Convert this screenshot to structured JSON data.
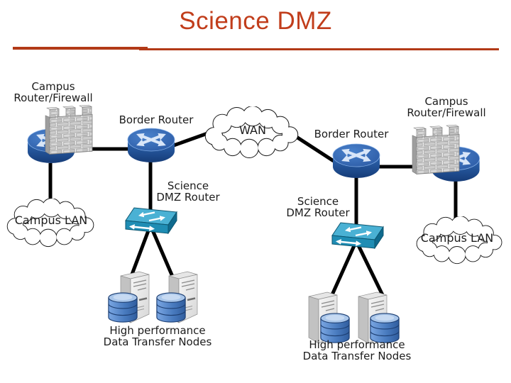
{
  "slide": {
    "title": "Science DMZ",
    "colors": {
      "title_text": "#c13d1b",
      "rule": "#b23a17",
      "background": "#ffffff",
      "connection_line": "#000000",
      "router_blue": "#2a5fa8",
      "switch_teal": "#2f9fc4",
      "firewall_gray": "#cecece",
      "database_blue": "#4a7cc0",
      "label_text": "#1c1c1c"
    }
  },
  "labels": {
    "campus_router_left": "Campus\nRouter/Firewall",
    "border_router_left": "Border Router",
    "wan": "WAN",
    "border_router_right": "Border Router",
    "campus_router_right": "Campus\nRouter/Firewall",
    "science_dmz_left": "Science\nDMZ Router",
    "science_dmz_right": "Science\nDMZ Router",
    "campus_lan_left": "Campus LAN",
    "campus_lan_right": "Campus LAN",
    "dtn_left": "High performance\nData Transfer Nodes",
    "dtn_right": "High performance\nData Transfer Nodes"
  },
  "icons": {
    "router": "cisco-router-icon",
    "switch": "cisco-switch-icon",
    "firewall": "brick-wall-firewall-icon",
    "cloud": "network-cloud-icon",
    "server_db": "data-transfer-node-server-icon"
  },
  "connections": [
    {
      "from": "campus-router-left",
      "to": "border-router-left"
    },
    {
      "from": "campus-router-left",
      "to": "campus-lan-left"
    },
    {
      "from": "border-router-left",
      "to": "wan-cloud"
    },
    {
      "from": "border-router-left",
      "to": "science-dmz-switch-left"
    },
    {
      "from": "wan-cloud",
      "to": "border-router-right"
    },
    {
      "from": "border-router-right",
      "to": "campus-router-right"
    },
    {
      "from": "border-router-right",
      "to": "science-dmz-switch-right"
    },
    {
      "from": "campus-router-right",
      "to": "campus-lan-right"
    },
    {
      "from": "science-dmz-switch-left",
      "to": "dtn-server-left-1"
    },
    {
      "from": "science-dmz-switch-left",
      "to": "dtn-server-left-2"
    },
    {
      "from": "science-dmz-switch-right",
      "to": "dtn-server-right-1"
    },
    {
      "from": "science-dmz-switch-right",
      "to": "dtn-server-right-2"
    }
  ]
}
